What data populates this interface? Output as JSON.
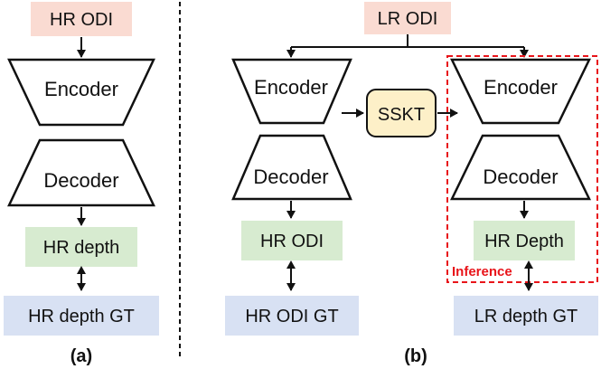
{
  "colors": {
    "input_box": "#fadbd2",
    "output_box": "#d7ebd0",
    "gt_box": "#d8e1f3",
    "sskt_box": "#fdf0c8",
    "inference_border": "#e8141a"
  },
  "panel_a": {
    "input": "HR ODI",
    "encoder": "Encoder",
    "decoder": "Decoder",
    "output": "HR depth",
    "gt": "HR depth GT",
    "caption": "(a)"
  },
  "panel_b": {
    "input": "LR ODI",
    "left_encoder": "Encoder",
    "left_decoder": "Decoder",
    "left_output": "HR ODI",
    "left_gt": "HR ODI GT",
    "module": "SSKT",
    "right_encoder": "Encoder",
    "right_decoder": "Decoder",
    "right_output": "HR Depth",
    "right_gt": "LR depth GT",
    "inference_label": "Inference",
    "caption": "(b)"
  }
}
